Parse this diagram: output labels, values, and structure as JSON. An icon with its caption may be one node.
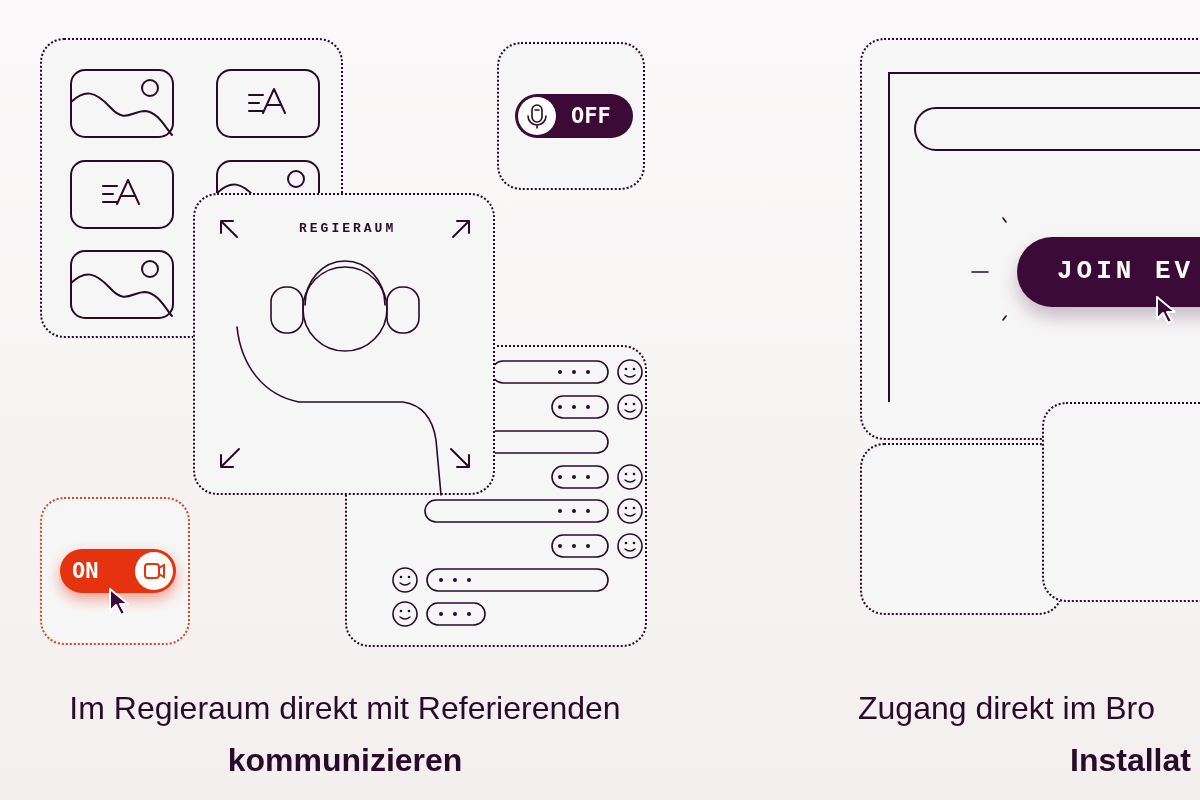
{
  "diagram": {
    "nodes": [
      {
        "text": [],
        "shape": "box"
      },
      {
        "text": [],
        "shape": "box"
      },
      {
        "text": [
          "OFF"
        ],
        "in": 1
      },
      {
        "text": [],
        "shape": "box"
      },
      {
        "text": [
          "REGIERAUM"
        ]
      },
      {
        "text": [],
        "shape": "box"
      },
      {
        "text": [
          "ON"
        ],
        "in": 5
      },
      {
        "text": [],
        "shape": "box"
      },
      {
        "text": [],
        "shape": "box",
        "in": 7
      },
      {
        "text": [
          "JOIN EV"
        ],
        "in": 7
      },
      {
        "text": [],
        "shape": "box"
      },
      {
        "text": [],
        "shape": "box"
      }
    ],
    "labels": [
      "Im Regieraum direkt mit Referierenden **kommunizieren**",
      "Zugang direkt im Bro **Installat**"
    ]
  }
}
